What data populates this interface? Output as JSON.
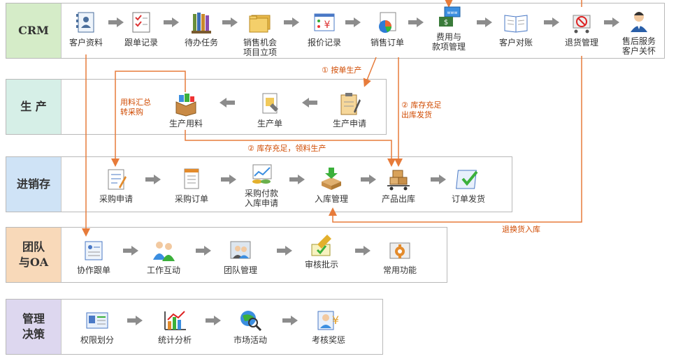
{
  "colors": {
    "crm": "#d5ecc8",
    "prod": "#d6efe7",
    "inv": "#cfe3f6",
    "team": "#f8d9b9",
    "mgmt": "#ddd7ef",
    "flow": "#e77b3a",
    "arrow": "#8c8c8c",
    "note": "#d04a00"
  },
  "lanes": [
    {
      "label": "CRM",
      "nodes": [
        {
          "label": "客户资料",
          "icon": "contact-card-icon"
        },
        {
          "label": "跟单记录",
          "icon": "checklist-icon"
        },
        {
          "label": "待办任务",
          "icon": "books-icon"
        },
        {
          "label": "销售机会\n项目立项",
          "icon": "folders-icon"
        },
        {
          "label": "报价记录",
          "icon": "price-board-icon"
        },
        {
          "label": "销售订单",
          "icon": "pie-chart-icon"
        },
        {
          "label": "费用与\n款项管理",
          "icon": "money-icon"
        },
        {
          "label": "客户对账",
          "icon": "open-book-icon"
        },
        {
          "label": "退货管理",
          "icon": "return-cart-icon"
        },
        {
          "label": "售后服务\n客户关怀",
          "icon": "support-agent-icon"
        }
      ]
    },
    {
      "label": "生 产",
      "nodes": [
        {
          "label": "生产用料",
          "icon": "material-box-icon"
        },
        {
          "label": "生产单",
          "icon": "production-doc-icon"
        },
        {
          "label": "生产申请",
          "icon": "clipboard-pen-icon"
        }
      ]
    },
    {
      "label": "进销存",
      "nodes": [
        {
          "label": "采购申请",
          "icon": "request-form-icon"
        },
        {
          "label": "采购订单",
          "icon": "order-doc-icon"
        },
        {
          "label": "采购付款\n入库申请",
          "icon": "payment-chart-icon"
        },
        {
          "label": "入库管理",
          "icon": "inbound-box-icon"
        },
        {
          "label": "产品出库",
          "icon": "cart-icon"
        },
        {
          "label": "订单发货",
          "icon": "check-board-icon"
        }
      ]
    },
    {
      "label": "团队\n与OA",
      "nodes": [
        {
          "label": "协作跟单",
          "icon": "form-icon"
        },
        {
          "label": "工作互动",
          "icon": "people-icon"
        },
        {
          "label": "团队管理",
          "icon": "team-photo-icon"
        },
        {
          "label": "审核批示",
          "icon": "approve-pen-icon"
        },
        {
          "label": "常用功能",
          "icon": "gear-screen-icon"
        }
      ]
    },
    {
      "label": "管理\n决策",
      "nodes": [
        {
          "label": "权限划分",
          "icon": "id-card-icon"
        },
        {
          "label": "统计分析",
          "icon": "bar-chart-icon"
        },
        {
          "label": "市场活动",
          "icon": "globe-search-icon"
        },
        {
          "label": "考核奖惩",
          "icon": "award-money-icon"
        }
      ]
    }
  ],
  "notes": {
    "by_order": "① 按单生产",
    "stock_ship": "② 库存充足\n出库发货",
    "material_purchase": "用料汇总\n转采购",
    "stock_material": "② 库存充足，领料生产",
    "return_inbound": "退换货入库"
  }
}
